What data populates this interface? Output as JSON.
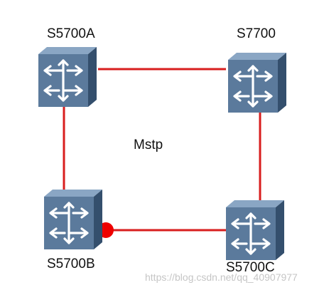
{
  "diagram": {
    "center_label": "Mstp",
    "colors": {
      "link": "#d81e1e",
      "blocked_port": "#ee0000",
      "device_front": "#5b7a9c",
      "device_top": "#8aa6c4",
      "device_side": "#344f6d",
      "arrow": "#ffffff"
    },
    "devices": [
      {
        "id": "s5700a",
        "label": "S5700A",
        "icon": "switch-icon"
      },
      {
        "id": "s7700",
        "label": "S7700",
        "icon": "switch-icon"
      },
      {
        "id": "s5700b",
        "label": "S5700B",
        "icon": "switch-icon"
      },
      {
        "id": "s5700c",
        "label": "S5700C",
        "icon": "switch-icon"
      }
    ],
    "links": [
      {
        "from": "S5700A",
        "to": "S7700"
      },
      {
        "from": "S7700",
        "to": "S5700C"
      },
      {
        "from": "S5700C",
        "to": "S5700B",
        "blocked_end": "S5700B"
      },
      {
        "from": "S5700B",
        "to": "S5700A"
      }
    ],
    "watermark": "https://blog.csdn.net/qq_40907977"
  }
}
